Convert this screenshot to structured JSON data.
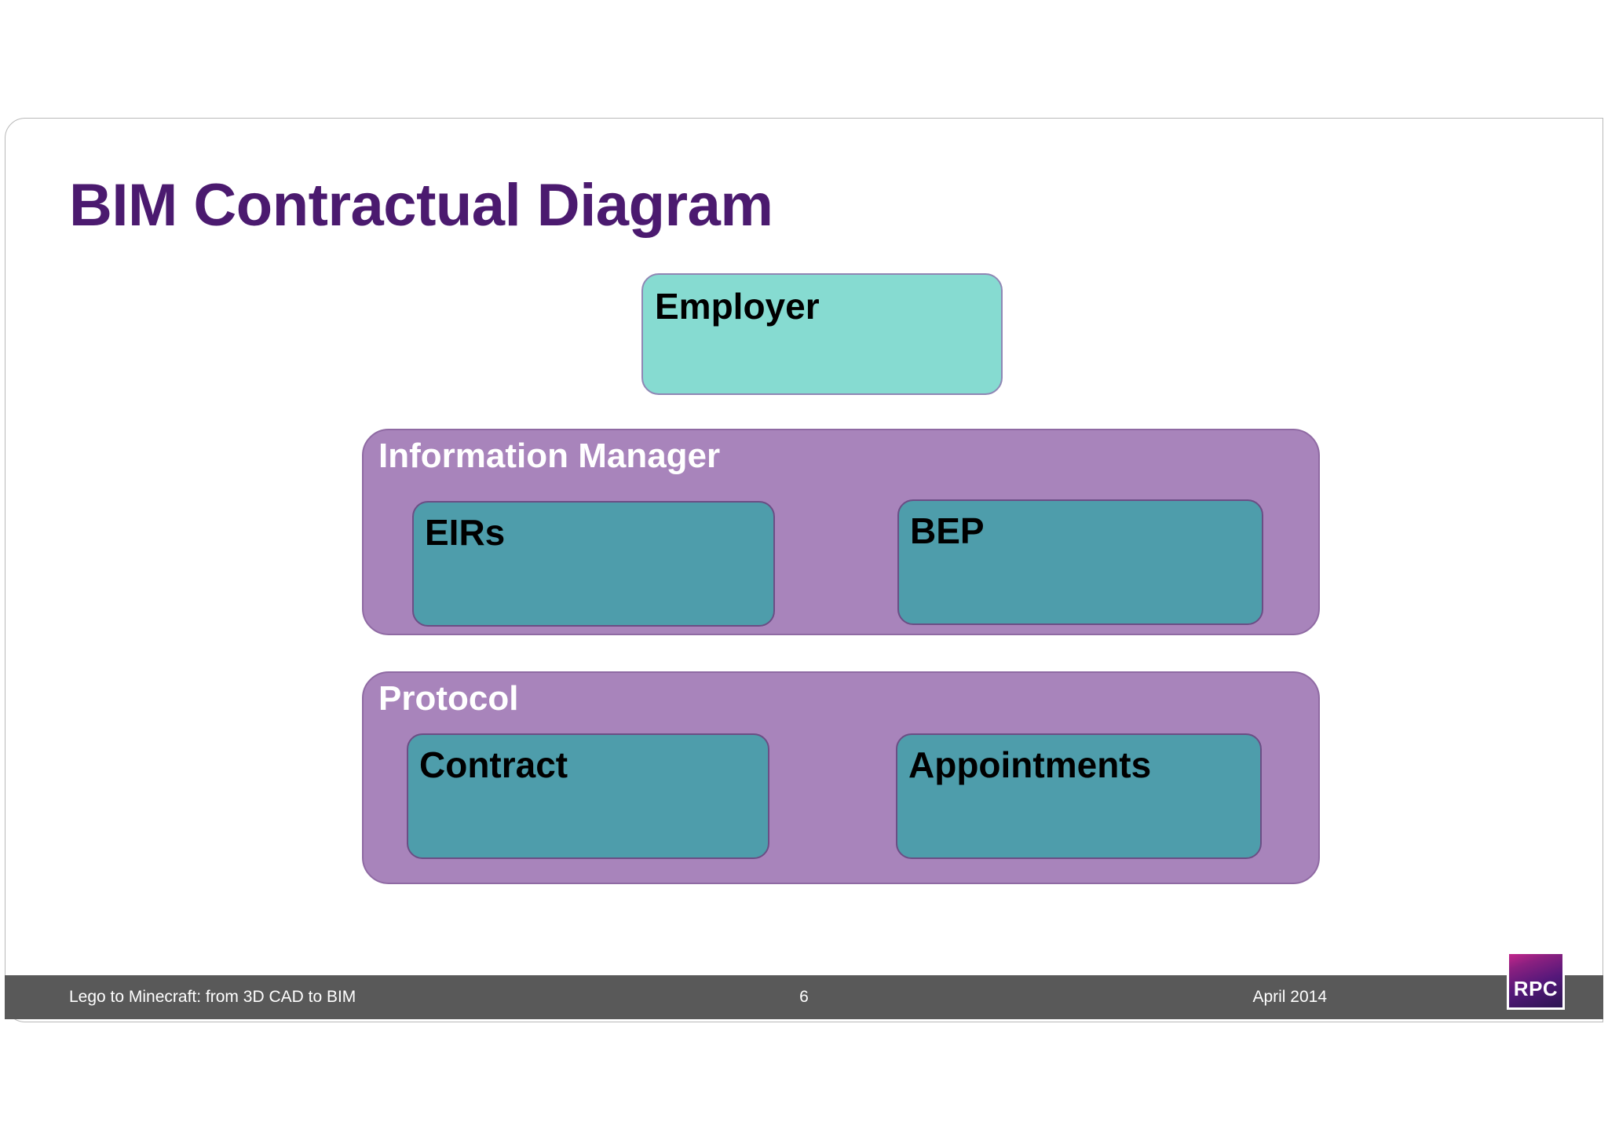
{
  "slide": {
    "title": "BIM Contractual Diagram",
    "title_color": "#4b1a6f",
    "background_color": "#ffffff"
  },
  "diagram": {
    "type": "hierarchy",
    "employer": {
      "label": "Employer",
      "fill_color": "#86dbd1",
      "border_color": "#8f86b4",
      "text_color": "#000000"
    },
    "groups": [
      {
        "title": "Information Manager",
        "fill_color": "#a884bb",
        "title_color": "#ffffff",
        "children": [
          {
            "label": "EIRs",
            "fill_color": "#4e9dab",
            "text_color": "#000000"
          },
          {
            "label": "BEP",
            "fill_color": "#4e9dab",
            "text_color": "#000000"
          }
        ]
      },
      {
        "title": "Protocol",
        "fill_color": "#a884bb",
        "title_color": "#ffffff",
        "children": [
          {
            "label": "Contract",
            "fill_color": "#4e9dab",
            "text_color": "#000000"
          },
          {
            "label": "Appointments",
            "fill_color": "#4e9dab",
            "text_color": "#000000"
          }
        ]
      }
    ]
  },
  "footer": {
    "background_color": "#595959",
    "left_text": "Lego to Minecraft: from 3D CAD to BIM",
    "page_number": "6",
    "date": "April 2014",
    "logo_text": "RPC"
  }
}
